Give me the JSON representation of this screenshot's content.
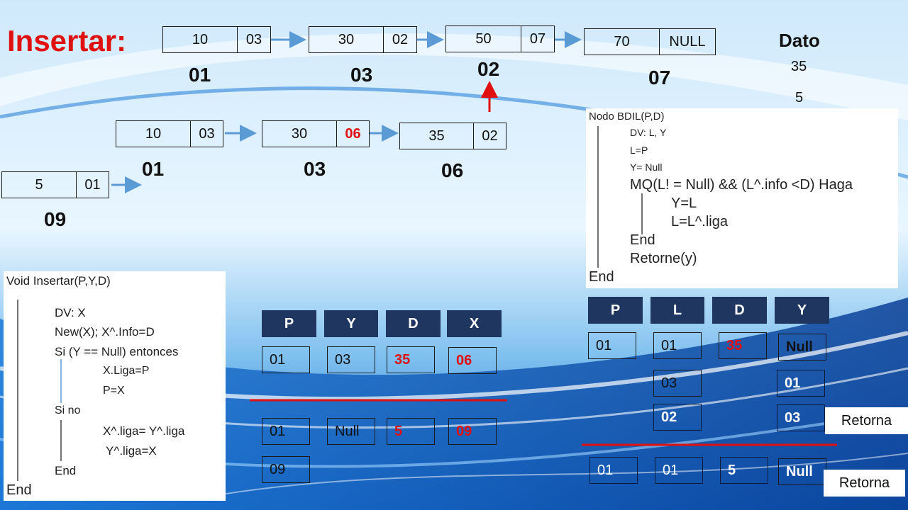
{
  "title": "Insertar:",
  "dato": {
    "header": "Dato",
    "values": [
      "35",
      "5"
    ]
  },
  "list_top": [
    {
      "info": "10",
      "liga": "03",
      "addr": "01"
    },
    {
      "info": "30",
      "liga": "02",
      "addr": "03"
    },
    {
      "info": "50",
      "liga": "07",
      "addr": "02"
    },
    {
      "info": "70",
      "liga": "NULL",
      "addr": "07"
    }
  ],
  "list_mid": [
    {
      "info": "10",
      "liga": "03",
      "addr": "01"
    },
    {
      "info": "30",
      "liga": "06",
      "addr": "03"
    },
    {
      "info": "35",
      "liga": "02",
      "addr": "06"
    }
  ],
  "new_node": {
    "info": "5",
    "liga": "01",
    "addr": "09"
  },
  "code_insertar": {
    "lines": [
      "Void Insertar(P,Y,D)",
      "DV:  X",
      "New(X);  X^.Info=D",
      "Si (Y == Null) entonces",
      "X.Liga=P",
      "P=X",
      "Si no",
      "X^.liga= Y^.liga",
      "Y^.liga=X",
      "End",
      "End"
    ]
  },
  "code_bdil": {
    "lines": [
      "Nodo BDIL(P,D)",
      "DV:  L,  Y",
      "L=P",
      "Y= Null",
      "MQ(L! = Null) && (L^.info <D) Haga",
      "Y=L",
      "L=L^.liga",
      "End",
      "Retorne(y)",
      "End"
    ]
  },
  "table_insert": {
    "headers": [
      "P",
      "Y",
      "D",
      "X"
    ],
    "row1": [
      "01",
      "03",
      "35",
      "06"
    ],
    "row2": [
      "01",
      "Null",
      "5",
      "09"
    ],
    "row3": [
      "09"
    ]
  },
  "table_bdil": {
    "headers": [
      "P",
      "L",
      "D",
      "Y"
    ],
    "row1": [
      "01",
      "01",
      "35",
      "Null"
    ],
    "l_trace": [
      "03",
      "02"
    ],
    "y_trace": [
      "01",
      "03"
    ],
    "row_last": [
      "01",
      "01",
      "5",
      "Null"
    ],
    "retorna": [
      "Retorna",
      "Retorna"
    ]
  },
  "colors": {
    "title": "#e01010",
    "header_fill": "#1f3760",
    "arrow": "#5b9bd5",
    "highlight": "#e01010"
  }
}
